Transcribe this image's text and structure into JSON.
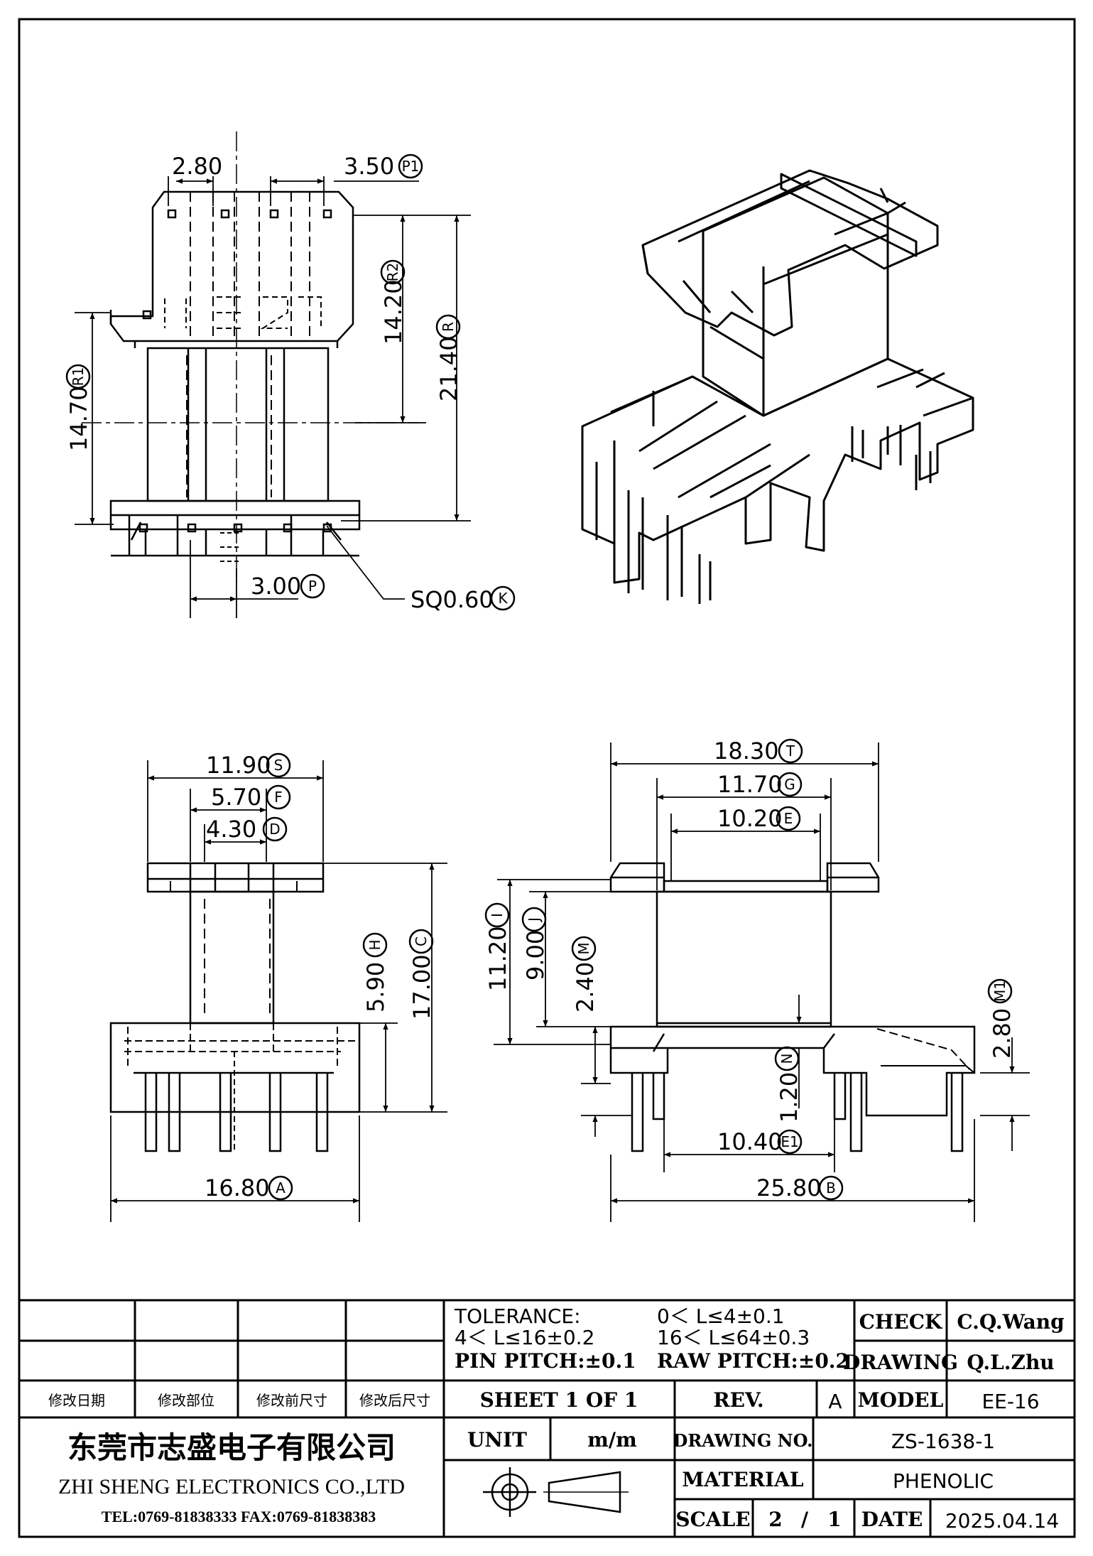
{
  "views": {
    "front": {
      "dims": {
        "pin_pitch_p1": "3.50",
        "pin_pitch_p1_label": "P1",
        "slot_spacing": "2.80",
        "height_r": "21.40",
        "height_r_label": "R",
        "height_r2": "14.20",
        "height_r2_label": "R2",
        "height_r1": "14.70",
        "height_r1_label": "R1",
        "pin_pitch_p": "3.00",
        "pin_pitch_p_label": "P",
        "pin_square": "SQ0.60",
        "pin_square_label": "K"
      }
    },
    "side": {
      "dims": {
        "width_s": "11.90",
        "width_s_label": "S",
        "width_f": "5.70",
        "width_f_label": "F",
        "width_d": "4.30",
        "width_d_label": "D",
        "height_h": "5.90",
        "height_h_label": "H",
        "height_c": "17.00",
        "height_c_label": "C",
        "width_a": "16.80",
        "width_a_label": "A"
      }
    },
    "end": {
      "dims": {
        "width_t": "18.30",
        "width_t_label": "T",
        "width_g": "11.70",
        "width_g_label": "G",
        "width_e": "10.20",
        "width_e_label": "E",
        "height_i": "11.20",
        "height_i_label": "I",
        "height_j": "9.00",
        "height_j_label": "J",
        "height_m": "2.40",
        "height_m_label": "M",
        "height_m1": "2.80",
        "height_m1_label": "M1",
        "height_n": "1.20",
        "height_n_label": "N",
        "width_e1": "10.40",
        "width_e1_label": "E1",
        "width_b": "25.80",
        "width_b_label": "B"
      }
    }
  },
  "title_block": {
    "revision_headers": [
      "修改日期",
      "修改部位",
      "修改前尺寸",
      "修改后尺寸"
    ],
    "tolerance": {
      "label": "TOLERANCE:",
      "range1": "0＜ L≤4±0.1",
      "range2": "4＜ L≤16±0.2",
      "range3": "16＜ L≤64±0.3",
      "pin_pitch": "PIN PITCH:±0.1",
      "raw_pitch": "RAW PITCH:±0.2"
    },
    "check_label": "CHECK",
    "check_value": "C.Q.Wang",
    "drawing_label": "DRAWING",
    "drawing_value": "Q.L.Zhu",
    "sheet": "SHEET 1 OF 1",
    "rev_label": "REV.",
    "rev_value": "A",
    "model_label": "MODEL",
    "model_value": "EE-16",
    "company_cn": "东莞市志盛电子有限公司",
    "company_en": "ZHI SHENG ELECTRONICS CO.,LTD",
    "contact": "TEL:0769-81838333 FAX:0769-81838383",
    "unit_label": "UNIT",
    "unit_value": "m/m",
    "drawing_no_label": "DRAWING NO.",
    "drawing_no_value": "ZS-1638-1",
    "material_label": "MATERIAL",
    "material_value": "PHENOLIC",
    "scale_label": "SCALE",
    "scale_num": "2",
    "scale_sep": "/",
    "scale_den": "1",
    "date_label": "DATE",
    "date_value": "2025.04.14"
  }
}
